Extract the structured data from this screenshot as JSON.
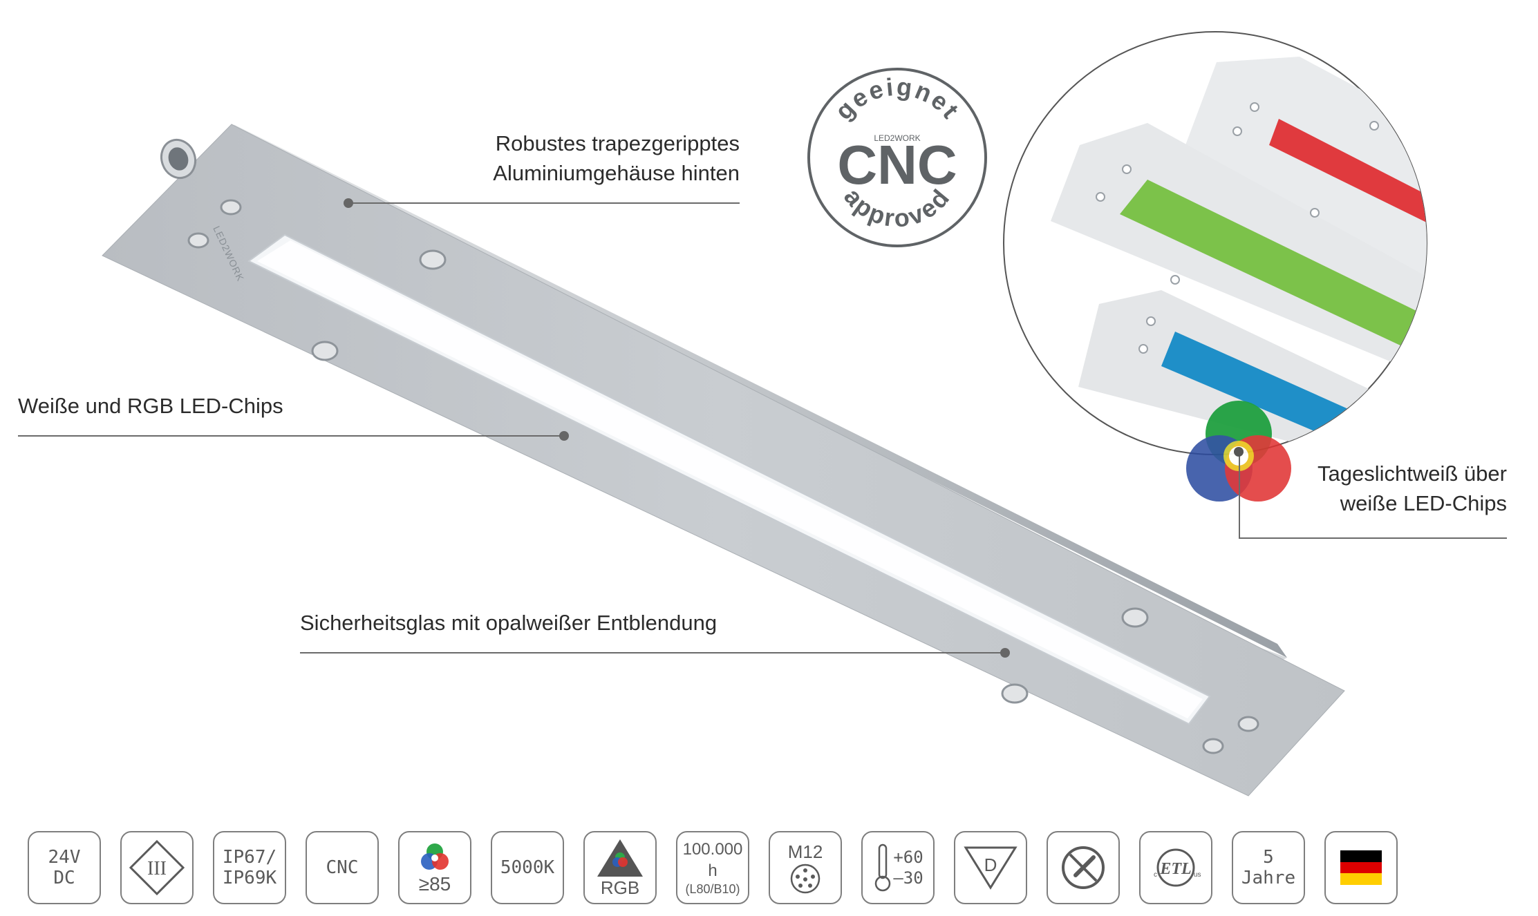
{
  "callouts": {
    "housing_line1": "Robustes trapezgeripptes",
    "housing_line2": "Aluminiumgehäuse hinten",
    "chips": "Weiße und RGB LED-Chips",
    "glass": "Sicherheitsglas mit opalweißer Entblendung",
    "daylight_line1": "Tageslichtweiß über",
    "daylight_line2": "weiße LED-Chips"
  },
  "seal": {
    "top_arc": "geeignet",
    "brand": "LED2WORK",
    "main": "CNC",
    "bottom_arc": "approved"
  },
  "product": {
    "brand_print": "LED2WORK"
  },
  "colors": {
    "seal_gray": "#5f6366",
    "rgb_red": "#e03a3e",
    "rgb_green": "#7cc24a",
    "rgb_blue": "#1f8fc8",
    "aluminium": "#c4c8cc"
  },
  "icons": [
    {
      "name": "voltage-icon",
      "l1": "24V",
      "l2": "DC"
    },
    {
      "name": "protection-class-iii-icon",
      "l1": "III"
    },
    {
      "name": "ip-rating-icon",
      "l1": "IP67/",
      "l2": "IP69K"
    },
    {
      "name": "cnc-icon",
      "l1": "CNC"
    },
    {
      "name": "cri-icon",
      "l1": "≥85"
    },
    {
      "name": "color-temperature-icon",
      "l1": "5000K"
    },
    {
      "name": "rgb-icon",
      "l1": "RGB"
    },
    {
      "name": "lifetime-icon",
      "l1": "100.000 h",
      "l2": "(L80/B10)"
    },
    {
      "name": "m12-connector-icon",
      "l1": "M12"
    },
    {
      "name": "temperature-range-icon",
      "l1": "+60",
      "l2": "–30"
    },
    {
      "name": "d-mark-icon",
      "l1": "D"
    },
    {
      "name": "no-tools-icon"
    },
    {
      "name": "etl-listed-icon",
      "l1": "c",
      "l2": "us"
    },
    {
      "name": "warranty-icon",
      "l1": "5",
      "l2": "Jahre"
    },
    {
      "name": "germany-flag-icon"
    }
  ]
}
